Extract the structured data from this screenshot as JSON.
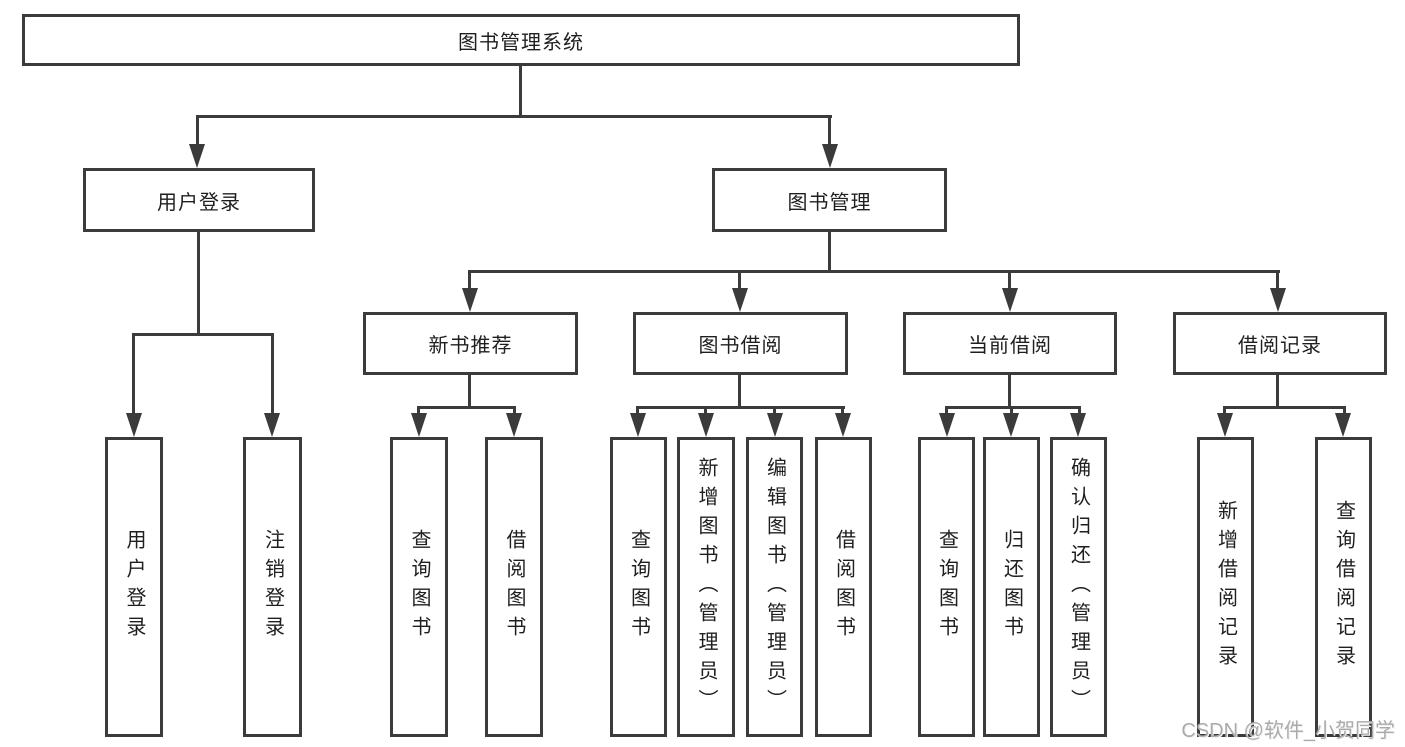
{
  "tree": {
    "label": "图书管理系统",
    "children": [
      {
        "label": "用户登录",
        "children": [
          {
            "label": "用户登录"
          },
          {
            "label": "注销登录"
          }
        ]
      },
      {
        "label": "图书管理",
        "children": [
          {
            "label": "新书推荐",
            "children": [
              {
                "label": "查询图书"
              },
              {
                "label": "借阅图书"
              }
            ]
          },
          {
            "label": "图书借阅",
            "children": [
              {
                "label": "查询图书"
              },
              {
                "label": "新增图书（管理员）"
              },
              {
                "label": "编辑图书（管理员）"
              },
              {
                "label": "借阅图书"
              }
            ]
          },
          {
            "label": "当前借阅",
            "children": [
              {
                "label": "查询图书"
              },
              {
                "label": "归还图书"
              },
              {
                "label": "确认归还（管理员）"
              }
            ]
          },
          {
            "label": "借阅记录",
            "children": [
              {
                "label": "新增借阅记录"
              },
              {
                "label": "查询借阅记录"
              }
            ]
          }
        ]
      }
    ]
  },
  "watermark": {
    "text": "CSDN @软件_小贺同学"
  },
  "colors": {
    "line": "#3b3b3b",
    "box_border": "#3b3b3b",
    "text": "#1f1f1f",
    "watermark": "#ababab",
    "background": "#ffffff"
  }
}
